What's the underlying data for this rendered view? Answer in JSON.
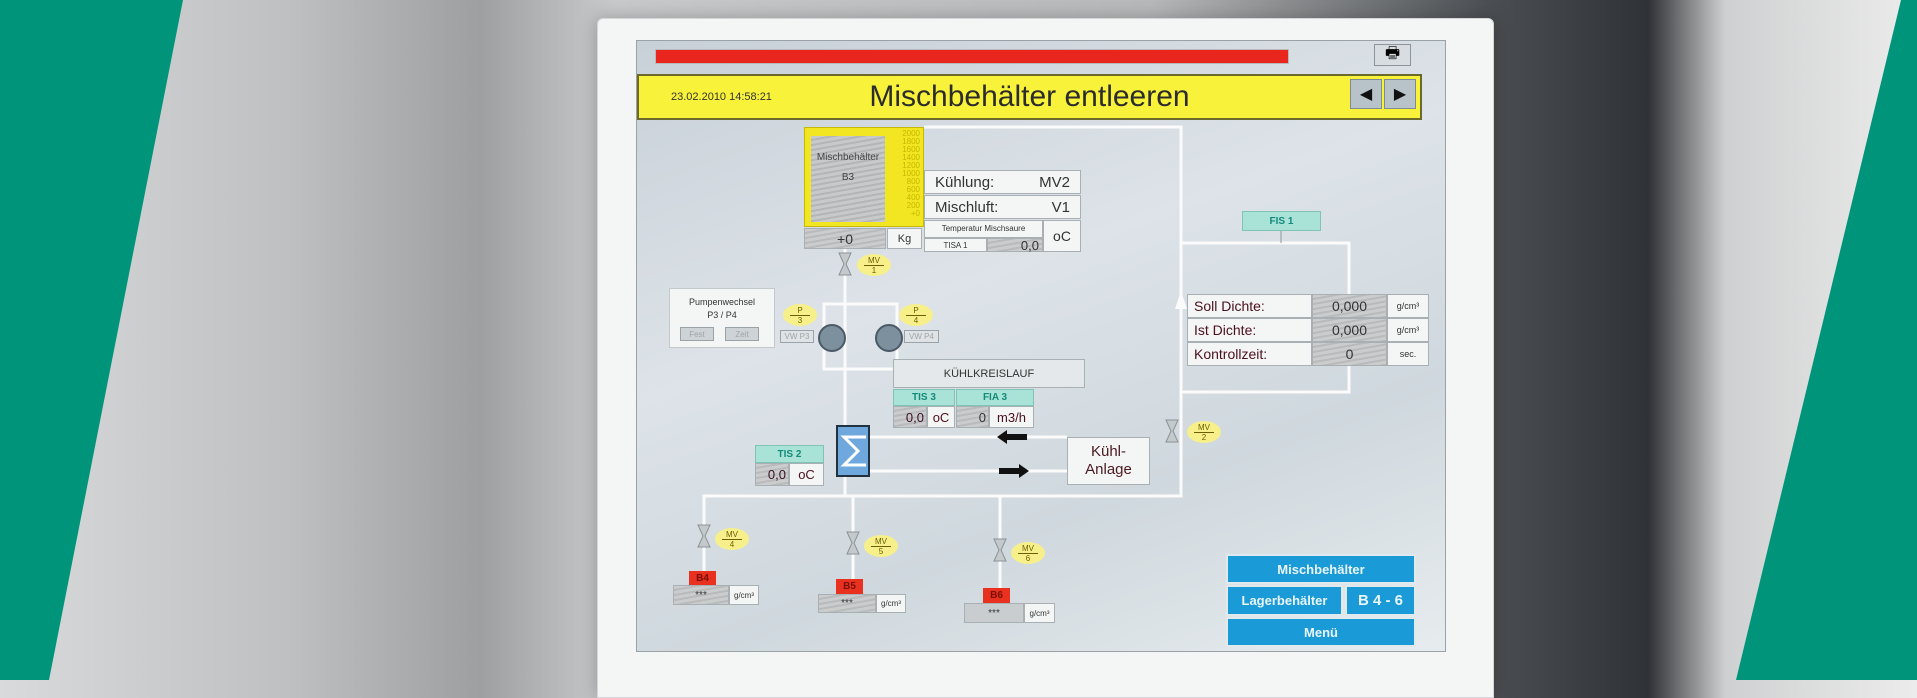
{
  "header": {
    "date": "23.02.2010 14:58:21",
    "title": "Mischbehälter entleeren",
    "prev_icon": "arrow-left",
    "next_icon": "arrow-right",
    "printer_icon": "printer"
  },
  "tank": {
    "name": "Mischbehälter",
    "id": "B3",
    "scale": [
      "2000",
      "1800",
      "1600",
      "1400",
      "1200",
      "1000",
      "800",
      "600",
      "400",
      "200",
      "+0"
    ],
    "value": "+0",
    "unit": "Kg"
  },
  "info": {
    "kuehlung_label": "Kühlung:",
    "kuehlung_value": "MV2",
    "mischluft_label": "Mischluft:",
    "mischluft_value": "V1",
    "temp_label": "Temperatur Mischsaure",
    "tisa_label": "TISA 1",
    "tisa_value": "0,0",
    "tisa_unit": "oC"
  },
  "valves": {
    "mv1": {
      "top": "MV",
      "bottom": "1"
    },
    "mv2": {
      "top": "MV",
      "bottom": "2"
    },
    "mv4": {
      "top": "MV",
      "bottom": "4"
    },
    "mv5": {
      "top": "MV",
      "bottom": "5"
    },
    "mv6": {
      "top": "MV",
      "bottom": "6"
    }
  },
  "pumps": {
    "box_title": "Pumpenwechsel",
    "box_sub": "P3 / P4",
    "fest": "Fest",
    "zeit": "Zeit",
    "p3": {
      "top": "P",
      "bottom": "3"
    },
    "p4": {
      "top": "P",
      "bottom": "4"
    },
    "vwp3": "VW P3",
    "vwp4": "VW P4"
  },
  "cooling": {
    "title": "KÜHLKREISLAUF",
    "tis3_label": "TIS 3",
    "tis3_value": "0,0",
    "tis3_unit": "oC",
    "fia3_label": "FIA 3",
    "fia3_value": "0",
    "fia3_unit": "m3/h",
    "anlage": "Kühl-Anlage"
  },
  "tis2": {
    "label": "TIS 2",
    "value": "0,0",
    "unit": "oC"
  },
  "density": {
    "fis_label": "FIS 1",
    "rows": [
      {
        "label": "Soll Dichte:",
        "value": "0,000",
        "unit": "g/cm³"
      },
      {
        "label": "Ist Dichte:",
        "value": "0,000",
        "unit": "g/cm³"
      },
      {
        "label": "Kontrollzeit:",
        "value": "0",
        "unit": "sec."
      }
    ]
  },
  "storage": [
    {
      "id": "B4",
      "value": "***",
      "unit": "g/cm³"
    },
    {
      "id": "B5",
      "value": "***",
      "unit": "g/cm³"
    },
    {
      "id": "B6",
      "value": "***",
      "unit": "g/cm³"
    }
  ],
  "nav": {
    "mischbehaelter": "Mischbehälter",
    "lagerbehaelter": "Lagerbehälter",
    "b46": "B 4 - 6",
    "menu": "Menü"
  },
  "colors": {
    "teal": "#00957a",
    "alarm_red": "#e8261e",
    "title_yellow": "#f8f23a",
    "nav_blue": "#1a9ad6"
  }
}
